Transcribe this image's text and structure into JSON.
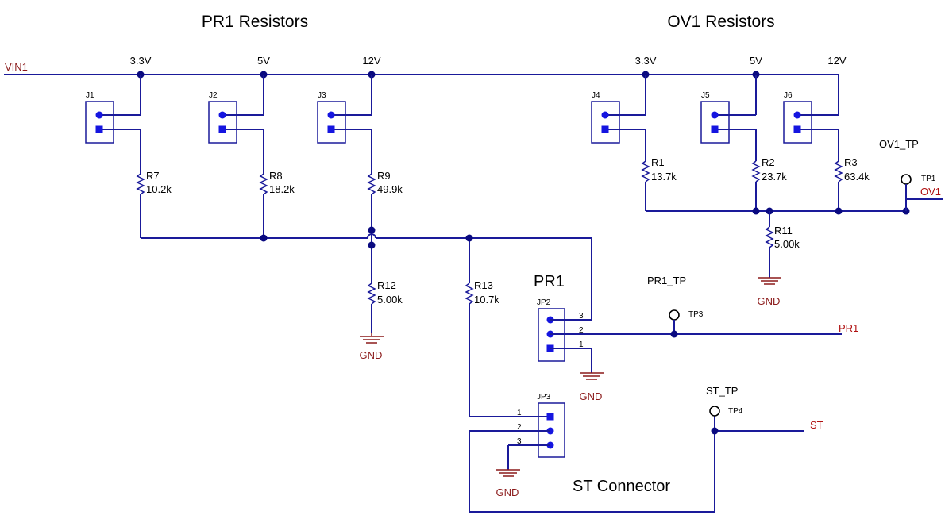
{
  "titles": {
    "pr1_resistors": "PR1 Resistors",
    "ov1_resistors": "OV1 Resistors",
    "st_connector": "ST Connector",
    "pr1": "PR1"
  },
  "rail": {
    "net": "VIN1",
    "taps": [
      "3.3V",
      "5V",
      "12V",
      "3.3V",
      "5V",
      "12V"
    ]
  },
  "jumpers": [
    "J1",
    "J2",
    "J3",
    "J4",
    "J5",
    "J6"
  ],
  "resistors": [
    {
      "ref": "R7",
      "value": "10.2k"
    },
    {
      "ref": "R8",
      "value": "18.2k"
    },
    {
      "ref": "R9",
      "value": "49.9k"
    },
    {
      "ref": "R1",
      "value": "13.7k"
    },
    {
      "ref": "R2",
      "value": "23.7k"
    },
    {
      "ref": "R3",
      "value": "63.4k"
    },
    {
      "ref": "R11",
      "value": "5.00k"
    },
    {
      "ref": "R12",
      "value": "5.00k"
    },
    {
      "ref": "R13",
      "value": "10.7k"
    }
  ],
  "headers": {
    "jp2": {
      "ref": "JP2",
      "pins": [
        "3",
        "2",
        "1"
      ]
    },
    "jp3": {
      "ref": "JP3",
      "pins": [
        "1",
        "2",
        "3"
      ]
    }
  },
  "testpoints": [
    {
      "label": "OV1_TP",
      "ref": "TP1",
      "net": "OV1"
    },
    {
      "label": "PR1_TP",
      "ref": "TP3",
      "net": "PR1"
    },
    {
      "label": "ST_TP",
      "ref": "TP4",
      "net": "ST"
    }
  ],
  "gnd_label": "GND",
  "colors": {
    "wire": "#1a1a9a",
    "node": "#0a0a80",
    "net_label": "#8b1a1a",
    "pin": "#1515e0"
  }
}
